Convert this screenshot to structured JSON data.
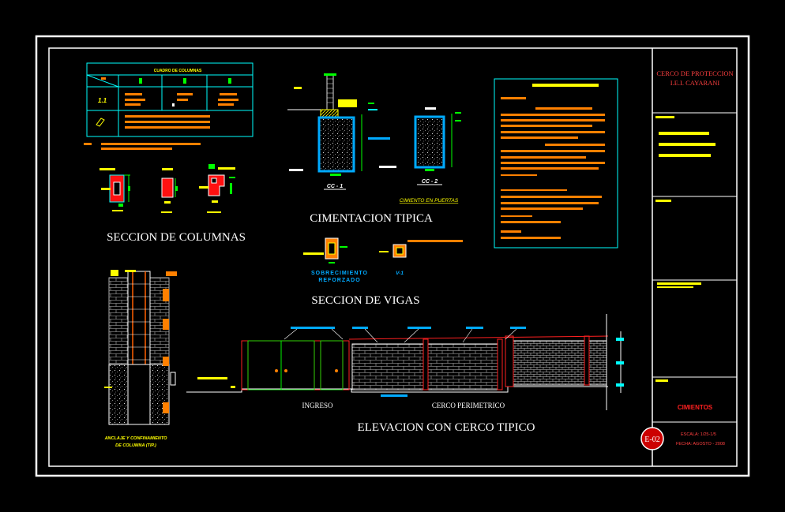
{
  "titles": {
    "columns": "SECCION DE COLUMNAS",
    "foundation": "CIMENTACION TIPICA",
    "beams": "SECCION DE VIGAS",
    "elevation": "ELEVACION  CON CERCO TIPICO"
  },
  "labels": {
    "ingreso": "INGRESO",
    "cerco": "CERCO PERIMETRICO",
    "cimiento_puertas": "CIMIENTO EN PUERTAS",
    "sobrecimiento_1": "SOBRECIMIENTO",
    "sobrecimiento_2": "REFORZADO",
    "cc1": "CC - 1",
    "cc2": "CC - 2",
    "v1": "V-1",
    "columns_table_title": "CUADRO DE COLUMNAS",
    "col_row1": "1.1",
    "detail_caption_1": "ANCLAJE Y CONFINAMIENTO",
    "detail_caption_2": "DE COLUMNA (TIP.)"
  },
  "title_block": {
    "project_1": "CERCO DE PROTECCION",
    "project_2": "I.E.I. CAYARANI",
    "sheet_name": "CIMIENTOS",
    "sheet_code": "E-02",
    "scale": "ESCALA:  1/25-1/5",
    "date": "FECHA:  AGOSTO - 2008"
  },
  "colors": {
    "background": "#000000",
    "frame": "#ffffff",
    "cyan": "#00ffff",
    "yellow": "#ffff00",
    "orange": "#ff8000",
    "red": "#ff0000",
    "green": "#00ff00",
    "blue": "#00aaff"
  }
}
